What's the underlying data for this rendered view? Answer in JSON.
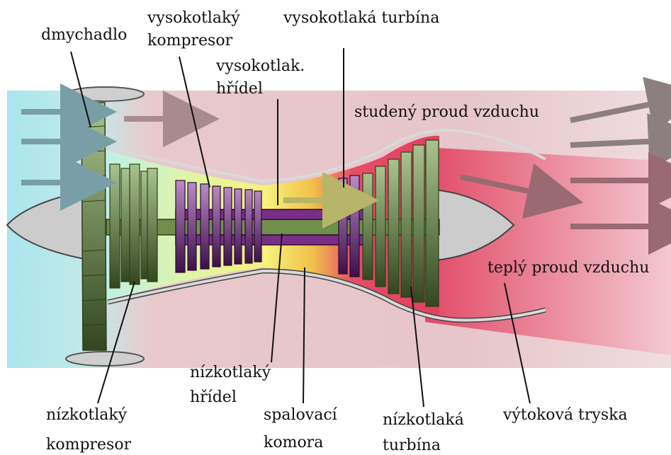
{
  "labels": {
    "fan": "dmychadlo",
    "hp_compressor_1": "vysokotlaký",
    "hp_compressor_2": "kompresor",
    "hp_turbine": "vysokotlaká turbína",
    "hp_shaft_1": "vysokotlak.",
    "hp_shaft_2": "hřídel",
    "cold_stream": "studený proud vzduchu",
    "warm_stream": "teplý proud vzduchu",
    "lp_compressor_1": "nízkotlaký",
    "lp_compressor_2": "kompresor",
    "lp_shaft_1": "nízkotlaký",
    "lp_shaft_2": "hřídel",
    "combustor_1": "spalovací",
    "combustor_2": "komora",
    "lp_turbine_1": "nízkotlaká",
    "lp_turbine_2": "turbína",
    "nozzle": "výtoková tryska"
  },
  "colors": {
    "intake_air": "#a9e6ee",
    "bypass_air": "#e9c8cc",
    "hot_exhaust": "#e0405e",
    "lp_spool": "#6f8f4a",
    "hp_spool": "#6e2a7a",
    "combustion": "#f6f07a",
    "casing": "#c8c8c8"
  }
}
